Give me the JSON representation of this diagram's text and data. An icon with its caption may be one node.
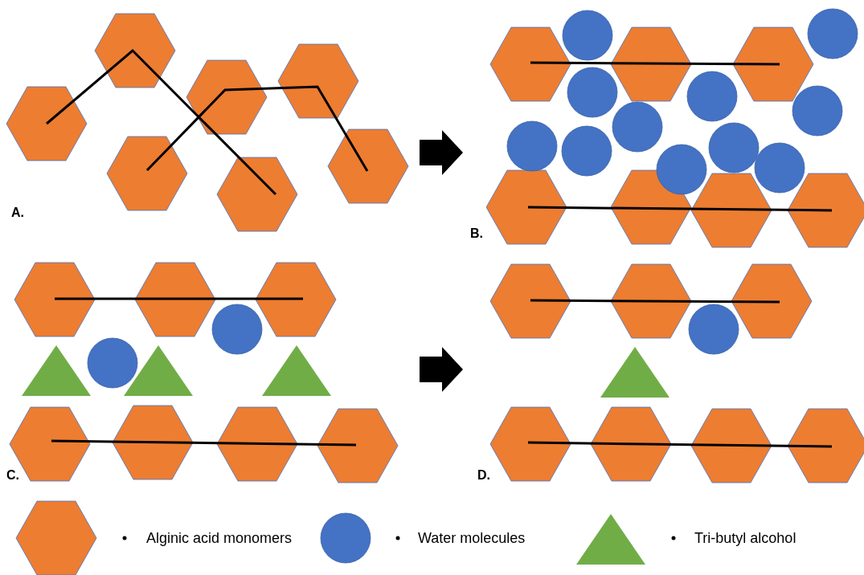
{
  "diagram": {
    "labels": [
      "A.",
      "B.",
      "C.",
      "D."
    ],
    "legend": [
      {
        "text": "Alginic acid monomers"
      },
      {
        "text": "Water molecules"
      },
      {
        "text": "Tri-butyl alcohol"
      }
    ]
  }
}
